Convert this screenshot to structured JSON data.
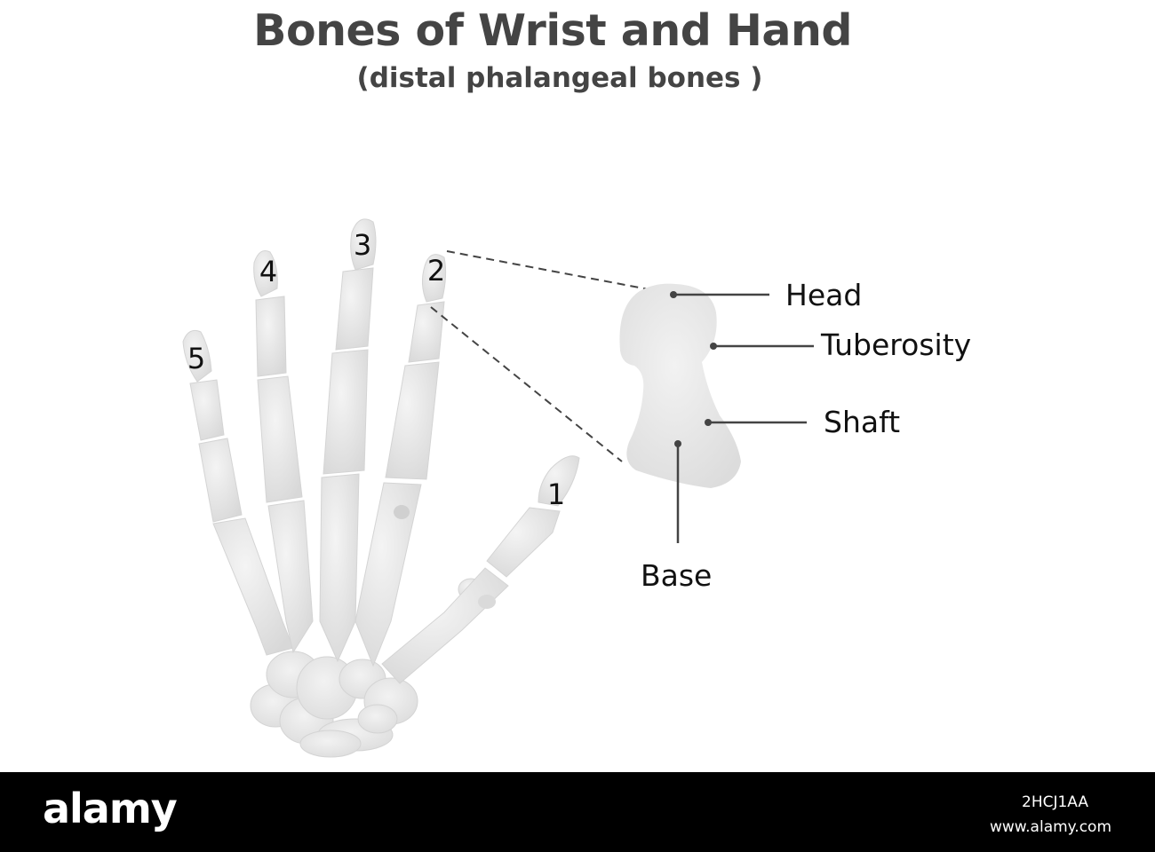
{
  "title": "Bones of Wrist and Hand",
  "subtitle": "(distal phalangeal bones )",
  "finger_numbers": [
    "1",
    "2",
    "3",
    "4",
    "5"
  ],
  "parts": {
    "head": "Head",
    "tuberosity": "Tuberosity",
    "shaft": "Shaft",
    "base": "Base"
  },
  "colors": {
    "bone": "#e9e9e9",
    "bone_shade": "#dadada",
    "leader": "#333333",
    "text": "#444444",
    "footer": "#000000"
  },
  "watermark": {
    "logo": "alamy",
    "image_id": "2HCJ1AA",
    "url": "www.alamy.com"
  }
}
